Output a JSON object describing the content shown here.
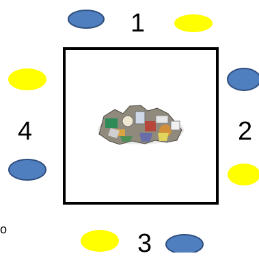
{
  "labels": {
    "top": "1",
    "right": "2",
    "bottom": "3",
    "left": "4"
  },
  "corner_text": "o",
  "colors": {
    "blue_fill": "#4f7fbf",
    "blue_stroke": "#2f4f7f",
    "yellow_fill": "#ffff00",
    "frame": "#000000"
  },
  "central_image": {
    "icon": "trash-pile-icon"
  }
}
